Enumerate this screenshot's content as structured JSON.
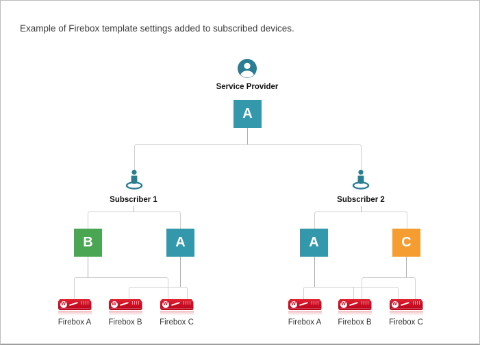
{
  "page": {
    "title": "Example of Firebox template settings added to subscribed devices."
  },
  "colors": {
    "template_teal": "#3398ab",
    "template_green": "#4aa652",
    "template_orange": "#f59d30",
    "person_icon_teal": "#2b7e92",
    "firebox_red": "#cb0b22",
    "connector_gray": "#cfcfcf"
  },
  "service_provider": {
    "label": "Service Provider",
    "template": {
      "letter": "A"
    }
  },
  "subscribers": [
    {
      "label": "Subscriber 1",
      "templates": [
        {
          "letter": "B"
        },
        {
          "letter": "A"
        }
      ],
      "fireboxes": [
        {
          "label": "Firebox A"
        },
        {
          "label": "Firebox B"
        },
        {
          "label": "Firebox C"
        }
      ]
    },
    {
      "label": "Subscriber 2",
      "templates": [
        {
          "letter": "A"
        },
        {
          "letter": "C"
        }
      ],
      "fireboxes": [
        {
          "label": "Firebox A"
        },
        {
          "label": "Firebox B"
        },
        {
          "label": "Firebox C"
        }
      ]
    }
  ],
  "firebox_logo": "W"
}
